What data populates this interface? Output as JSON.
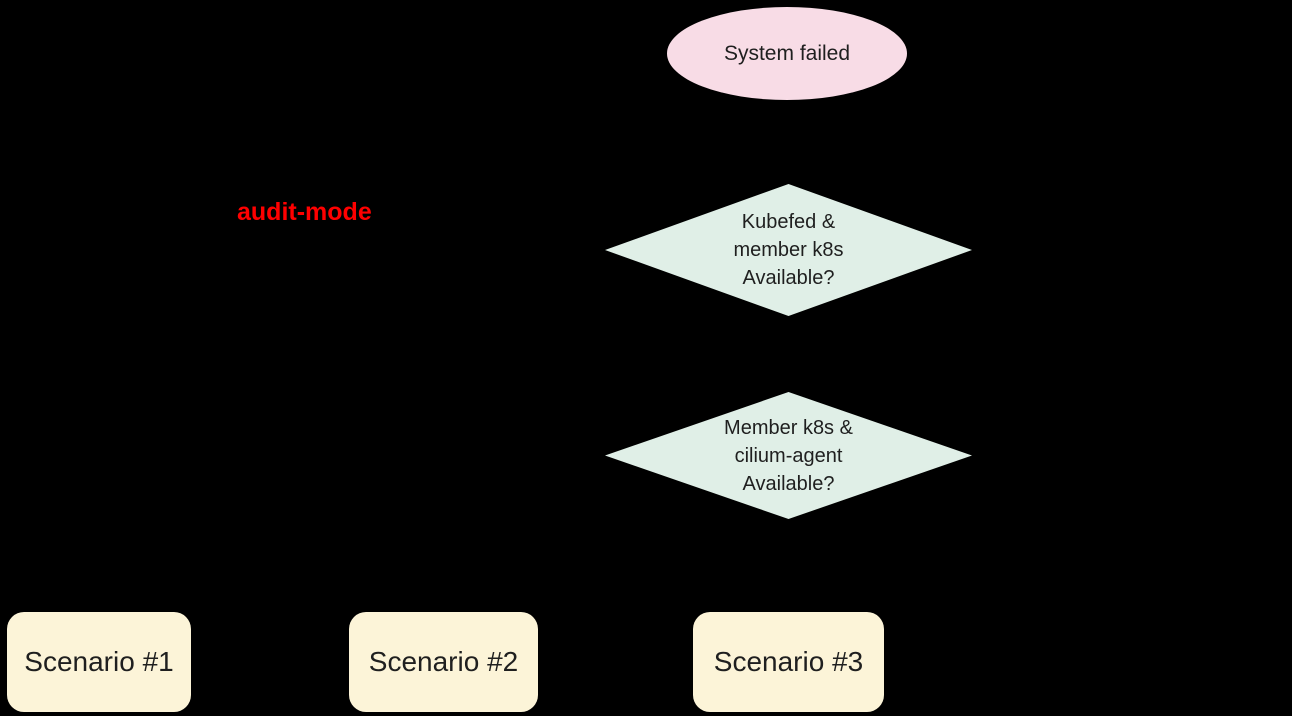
{
  "canvas": {
    "background": "#000000",
    "text_color": "#1f1f1f"
  },
  "flowchart": {
    "start": {
      "type": "ellipse",
      "label": "System failed",
      "fill": "#f8dce6"
    },
    "annotation": {
      "label": "audit-mode",
      "color": "#ff0000"
    },
    "decision1": {
      "type": "diamond",
      "label": "Kubefed &\nmember k8s\nAvailable?",
      "fill": "#e0efe7"
    },
    "decision2": {
      "type": "diamond",
      "label": "Member k8s &\ncilium-agent\nAvailable?",
      "fill": "#e0efe7"
    },
    "scenario1": {
      "type": "rounded-rect",
      "label": "Scenario #1",
      "fill": "#fcf4d8"
    },
    "scenario2": {
      "type": "rounded-rect",
      "label": "Scenario #2",
      "fill": "#fcf4d8"
    },
    "scenario3": {
      "type": "rounded-rect",
      "label": "Scenario #3",
      "fill": "#fcf4d8"
    }
  }
}
